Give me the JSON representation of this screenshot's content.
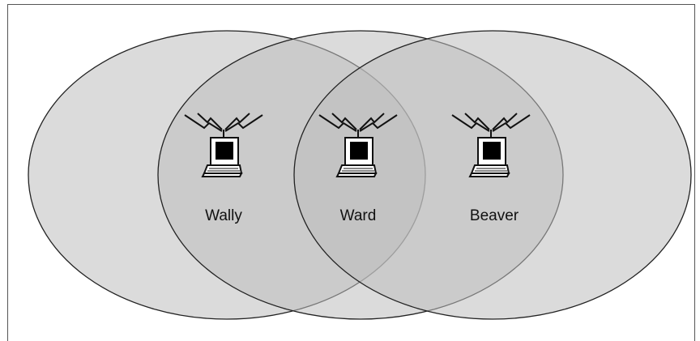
{
  "nodes": [
    {
      "id": "left",
      "label": "Wally"
    },
    {
      "id": "center",
      "label": "Ward"
    },
    {
      "id": "right",
      "label": "Beaver"
    }
  ],
  "colors": {
    "coverage_fill": "#c4c4c4",
    "overlap_shade": "#1e1e1e",
    "outline": "#222222",
    "frame": "#555555"
  },
  "icons": [
    "laptop-icon",
    "radio-signal-icon"
  ]
}
